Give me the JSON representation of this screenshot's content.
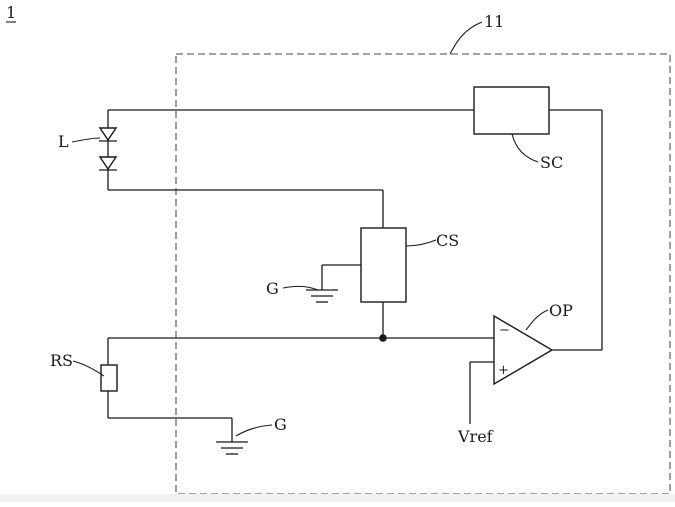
{
  "figure": {
    "figure_number": "1",
    "module_label": "11"
  },
  "components": {
    "led_string": {
      "label": "L"
    },
    "switch_circuit": {
      "label": "SC"
    },
    "current_source": {
      "label": "CS"
    },
    "current_source_ground": {
      "label": "G"
    },
    "sense_resistor": {
      "label": "RS"
    },
    "sense_ground": {
      "label": "G"
    },
    "op_amp": {
      "label": "OP",
      "minus_sign": "−",
      "plus_sign": "+"
    },
    "reference": {
      "label": "Vref"
    }
  }
}
